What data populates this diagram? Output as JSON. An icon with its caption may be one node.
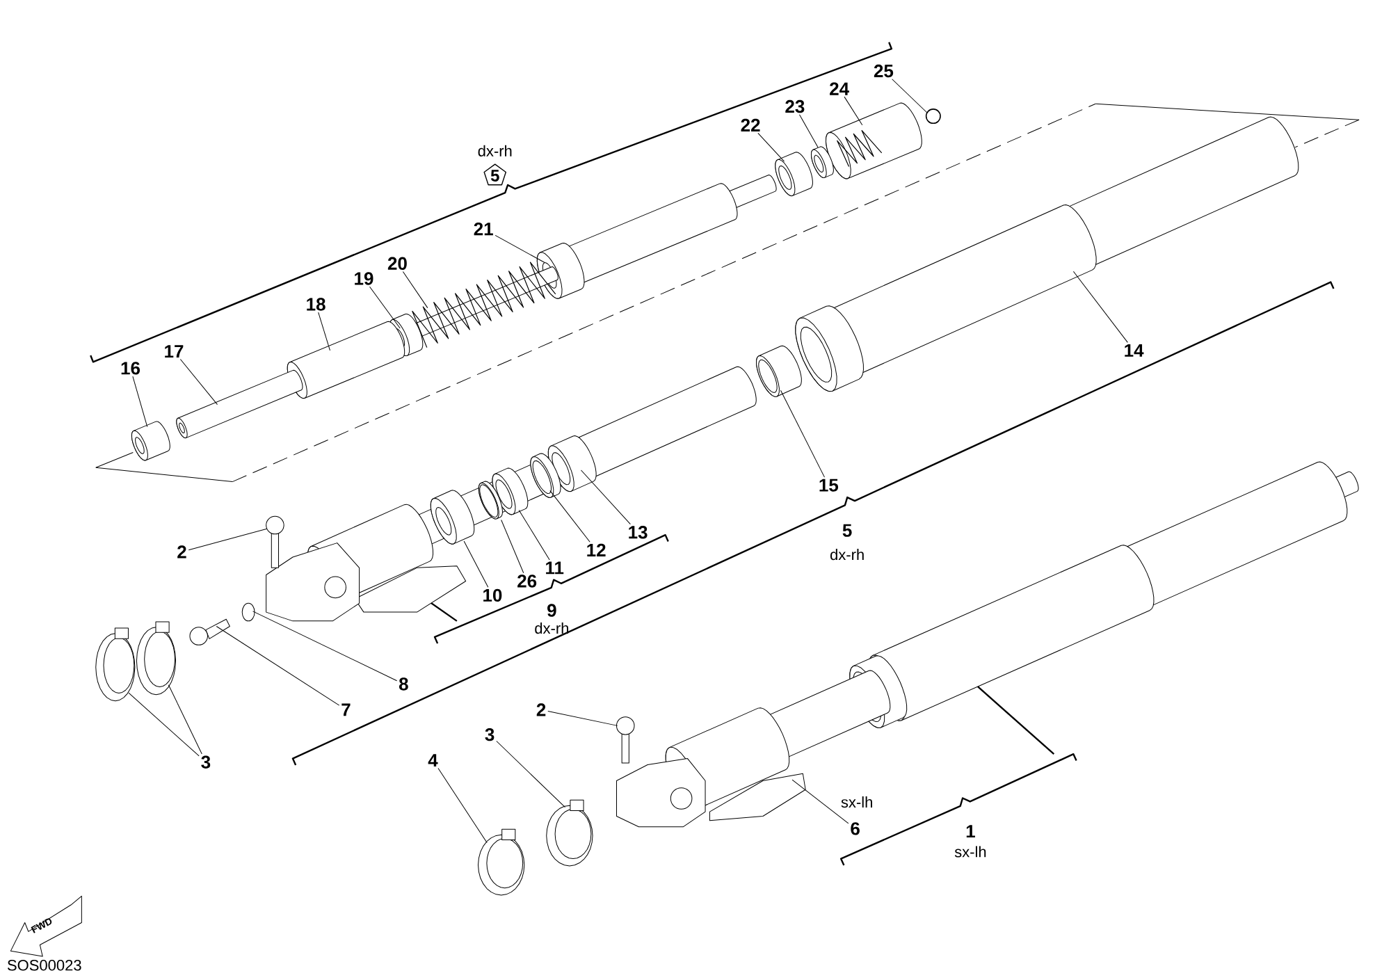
{
  "diagram": {
    "nodes": [
      {
        "text": [
          "5"
        ],
        "beside": [
          "dx-rh"
        ]
      },
      {
        "text": [
          "25"
        ]
      },
      {
        "text": [
          "24"
        ]
      },
      {
        "text": [
          "23"
        ]
      },
      {
        "text": [
          "22"
        ]
      },
      {
        "text": [
          "21"
        ]
      },
      {
        "text": [
          "20"
        ]
      },
      {
        "text": [
          "19"
        ]
      },
      {
        "text": [
          "18"
        ]
      },
      {
        "text": [
          "17"
        ]
      },
      {
        "text": [
          "16"
        ]
      },
      {
        "text": [
          "14"
        ]
      },
      {
        "text": [
          "15"
        ]
      },
      {
        "text": [
          "13"
        ]
      },
      {
        "text": [
          "12"
        ]
      },
      {
        "text": [
          "11"
        ]
      },
      {
        "text": [
          "26"
        ]
      },
      {
        "text": [
          "10"
        ]
      },
      {
        "text": [
          "2"
        ]
      },
      {
        "text": [
          "8"
        ]
      },
      {
        "text": [
          "7"
        ]
      },
      {
        "text": [
          "3"
        ]
      },
      {
        "text": [
          "2"
        ]
      },
      {
        "text": [
          "3"
        ]
      },
      {
        "text": [
          "4"
        ]
      },
      {
        "text": [
          "6"
        ]
      },
      {
        "text": [],
        "shape": "circle"
      },
      {
        "text": [],
        "shape": "picture"
      },
      {
        "text": [],
        "shape": "picture"
      },
      {
        "text": [],
        "shape": "picture"
      },
      {
        "text": [],
        "shape": "picture"
      },
      {
        "text": [],
        "shape": "picture"
      },
      {
        "text": [],
        "shape": "picture"
      },
      {
        "text": [],
        "shape": "picture"
      },
      {
        "text": [],
        "shape": "picture"
      },
      {
        "text": [],
        "shape": "picture"
      },
      {
        "text": [],
        "shape": "picture"
      },
      {
        "text": [],
        "shape": "picture"
      },
      {
        "text": [],
        "shape": "picture"
      },
      {
        "text": [],
        "shape": "picture"
      },
      {
        "text": [],
        "shape": "picture"
      },
      {
        "text": [],
        "shape": "picture"
      },
      {
        "text": [],
        "shape": "picture"
      },
      {
        "text": [],
        "shape": "picture"
      },
      {
        "text": [],
        "shape": "circle"
      },
      {
        "text": [],
        "shape": "picture"
      },
      {
        "text": [],
        "shape": "picture"
      },
      {
        "text": [],
        "shape": "picture"
      },
      {
        "text": [],
        "shape": "picture"
      },
      {
        "text": [],
        "shape": "picture"
      },
      {
        "text": [],
        "shape": "picture"
      },
      {
        "text": [],
        "shape": "picture"
      }
    ],
    "edges": [
      {
        "from": 1,
        "to": 26,
        "arrow": "none"
      },
      {
        "from": 2,
        "to": 27,
        "arrow": "none"
      },
      {
        "from": 3,
        "to": 28,
        "arrow": "none"
      },
      {
        "from": 4,
        "to": 29,
        "arrow": "none"
      },
      {
        "from": 5,
        "to": 30,
        "arrow": "none"
      },
      {
        "from": 6,
        "to": 31,
        "arrow": "none"
      },
      {
        "from": 7,
        "to": 32,
        "arrow": "none"
      },
      {
        "from": 8,
        "to": 33,
        "arrow": "none"
      },
      {
        "from": 9,
        "to": 34,
        "arrow": "none"
      },
      {
        "from": 10,
        "to": 35,
        "arrow": "none"
      },
      {
        "from": 11,
        "to": 36,
        "arrow": "none"
      },
      {
        "from": 12,
        "to": 37,
        "arrow": "none"
      },
      {
        "from": 13,
        "to": 38,
        "arrow": "none"
      },
      {
        "from": 14,
        "to": 39,
        "arrow": "none"
      },
      {
        "from": 15,
        "to": 40,
        "arrow": "none"
      },
      {
        "from": 16,
        "to": 41,
        "arrow": "none"
      },
      {
        "from": 17,
        "to": 42,
        "arrow": "none"
      },
      {
        "from": 18,
        "to": 43,
        "arrow": "none"
      },
      {
        "from": 19,
        "to": 44,
        "arrow": "none"
      },
      {
        "from": 20,
        "to": 45,
        "arrow": "none"
      },
      {
        "from": 21,
        "to": 46,
        "arrow": "none"
      },
      {
        "from": 21,
        "to": 47,
        "arrow": "none"
      },
      {
        "from": 22,
        "to": 48,
        "arrow": "none"
      },
      {
        "from": 23,
        "to": 49,
        "arrow": "none"
      },
      {
        "from": 24,
        "to": 50,
        "arrow": "none"
      },
      {
        "from": 25,
        "to": 51,
        "arrow": "none"
      }
    ],
    "labels": [
      "5",
      "dx-rh",
      "9",
      "dx-rh",
      "sx-lh",
      "1",
      "sx-lh",
      "FWD",
      "SOS00023"
    ]
  }
}
